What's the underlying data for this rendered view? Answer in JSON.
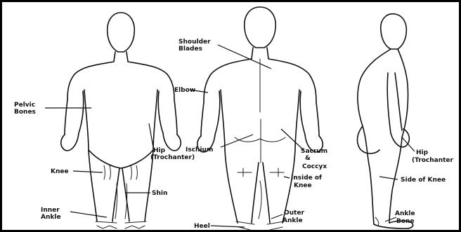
{
  "labels": {
    "pelvic_bones_1": "Pelvic",
    "pelvic_bones_2": "Bones",
    "knee_front": "Knee",
    "shin": "Shin",
    "inner_ankle_1": "Inner",
    "inner_ankle_2": "Ankle",
    "hip_front_1": "Hip",
    "hip_front_2": "(Trochanter)",
    "shoulder_blades_1": "Shoulder",
    "shoulder_blades_2": "Blades",
    "elbow": "Elbow",
    "ischium": "Ischium",
    "sacrum_1": "Sacrum",
    "sacrum_2": "&",
    "sacrum_3": "Coccyx",
    "inside_knee_1": "Inside of",
    "inside_knee_2": "Knee",
    "heel": "Heel",
    "outer_ankle_1": "Outer",
    "outer_ankle_2": "Ankle",
    "hip_side_1": "Hip",
    "hip_side_2": "(Trochanter",
    "side_knee": "Side of Knee",
    "ankle_bone_1": "Ankle",
    "ankle_bone_2": "Bone"
  }
}
